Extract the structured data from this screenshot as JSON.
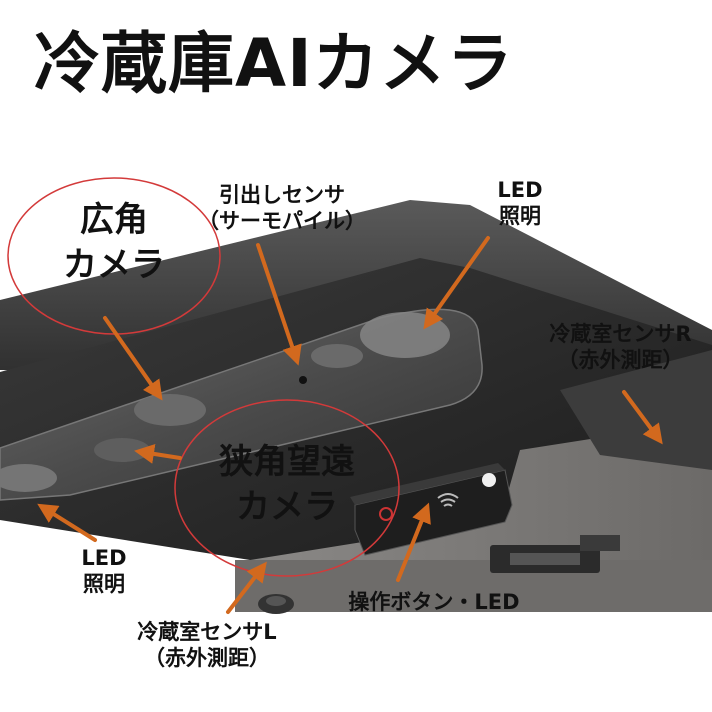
{
  "title": "冷蔵庫AIカメラ",
  "colors": {
    "arrow": "#d2691e",
    "ellipse": "#d33a3a",
    "device_dark": "#2a2a2a",
    "device_top": "#4a4a4a",
    "device_body": "#7a7876"
  },
  "labels": {
    "wide_camera": [
      "広角",
      "カメラ"
    ],
    "drawer_sensor": [
      "引出しセンサ",
      "（サーモパイル）"
    ],
    "led_top": [
      "LED",
      "照明"
    ],
    "fridge_sensor_r": [
      "冷蔵室センサR",
      "（赤外測距）"
    ],
    "tele_camera": [
      "狭角望遠",
      "カメラ"
    ],
    "led_bottom": [
      "LED",
      "照明"
    ],
    "fridge_sensor_l": [
      "冷蔵室センサL",
      "（赤外測距）"
    ],
    "buttons_led": "操作ボタン・LED"
  }
}
